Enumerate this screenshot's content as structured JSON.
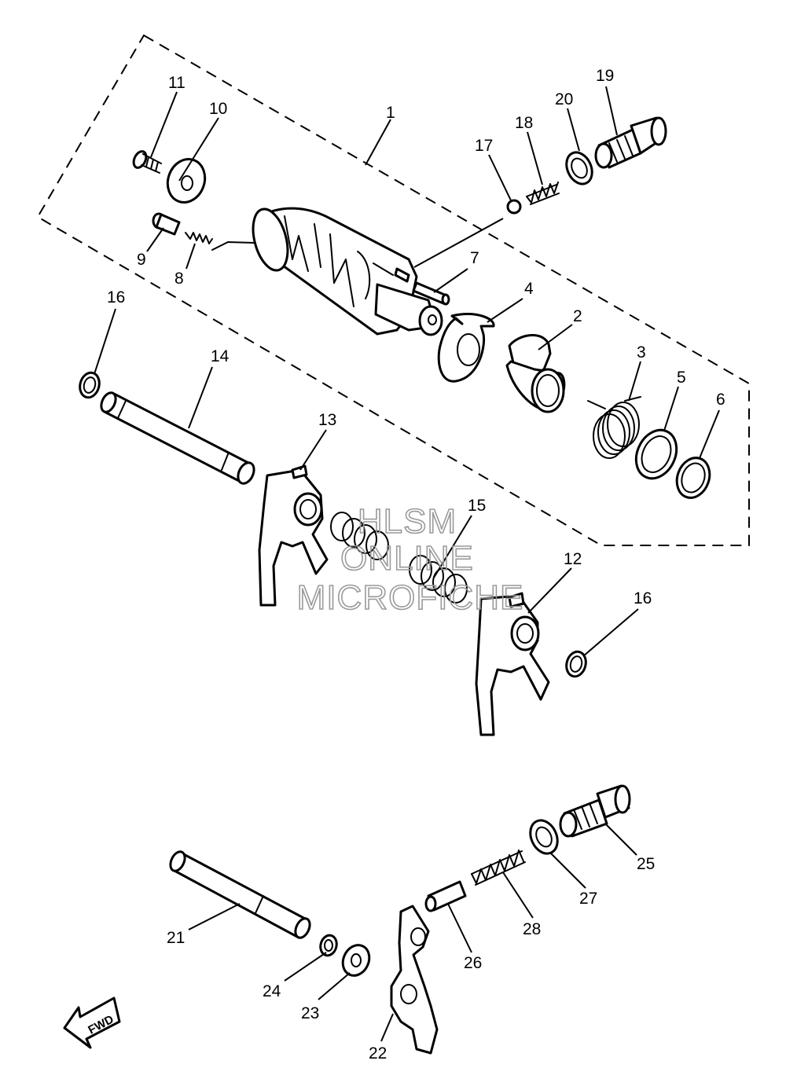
{
  "callouts": [
    {
      "id": "1",
      "label": "1"
    },
    {
      "id": "2",
      "label": "2"
    },
    {
      "id": "3",
      "label": "3"
    },
    {
      "id": "4",
      "label": "4"
    },
    {
      "id": "5",
      "label": "5"
    },
    {
      "id": "6",
      "label": "6"
    },
    {
      "id": "7",
      "label": "7"
    },
    {
      "id": "8",
      "label": "8"
    },
    {
      "id": "9",
      "label": "9"
    },
    {
      "id": "10",
      "label": "10"
    },
    {
      "id": "11",
      "label": "11"
    },
    {
      "id": "12",
      "label": "12"
    },
    {
      "id": "13",
      "label": "13"
    },
    {
      "id": "14",
      "label": "14"
    },
    {
      "id": "15",
      "label": "15"
    },
    {
      "id": "16a",
      "label": "16"
    },
    {
      "id": "16b",
      "label": "16"
    },
    {
      "id": "17",
      "label": "17"
    },
    {
      "id": "18",
      "label": "18"
    },
    {
      "id": "19",
      "label": "19"
    },
    {
      "id": "20",
      "label": "20"
    },
    {
      "id": "21",
      "label": "21"
    },
    {
      "id": "22",
      "label": "22"
    },
    {
      "id": "23",
      "label": "23"
    },
    {
      "id": "24",
      "label": "24"
    },
    {
      "id": "25",
      "label": "25"
    },
    {
      "id": "26",
      "label": "26"
    },
    {
      "id": "27",
      "label": "27"
    },
    {
      "id": "28",
      "label": "28"
    }
  ],
  "watermark": {
    "line1": "HLSM",
    "line2": "ONLINE",
    "line3": "MICROFICHE"
  },
  "fwd_label": "FWD",
  "colors": {
    "line": "#000000",
    "background": "#ffffff",
    "watermark": "#9a9a9a"
  }
}
